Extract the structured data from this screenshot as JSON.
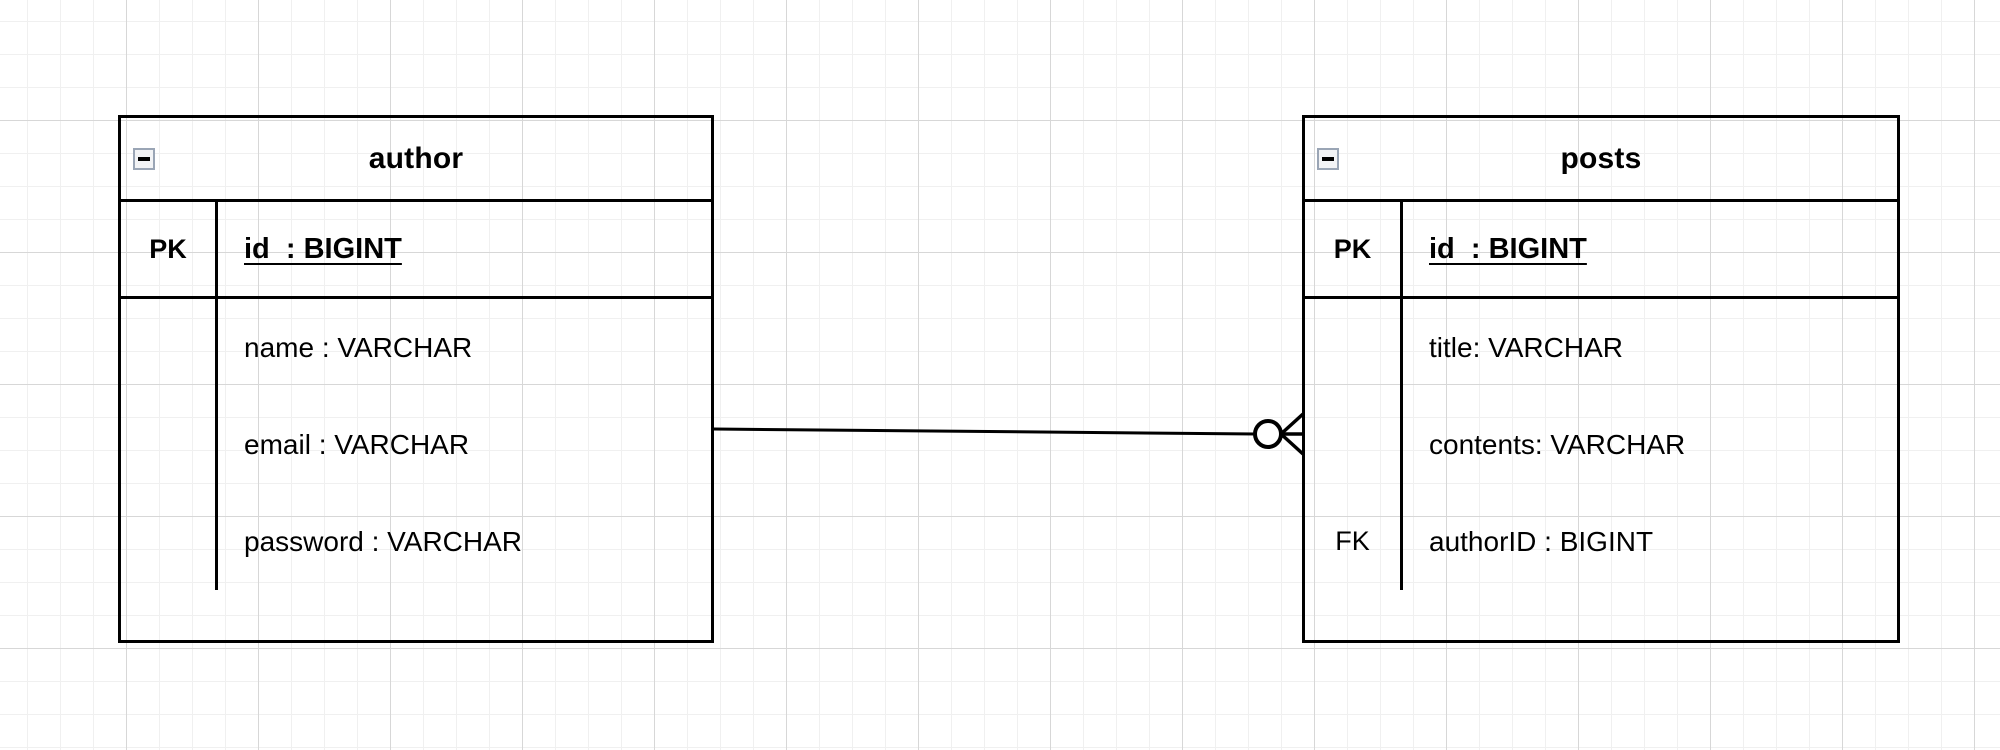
{
  "diagram": {
    "type": "entity-relationship-diagram",
    "notation": "crow's-foot",
    "background": {
      "grid": "on",
      "minor_grid_color": "#f0f0f0",
      "major_grid_color": "#d7d7d7",
      "canvas_color": "#ffffff"
    },
    "line_color": "#000000",
    "entities": [
      {
        "id": "author",
        "title": "author",
        "collapse_icon": "minus-icon",
        "attributes": [
          {
            "key": "PK",
            "name": "id  : BIGINT",
            "primary": true
          },
          {
            "key": "",
            "name": "name : VARCHAR",
            "primary": false
          },
          {
            "key": "",
            "name": "email : VARCHAR",
            "primary": false
          },
          {
            "key": "",
            "name": "password : VARCHAR",
            "primary": false
          }
        ]
      },
      {
        "id": "posts",
        "title": "posts",
        "collapse_icon": "minus-icon",
        "attributes": [
          {
            "key": "PK",
            "name": "id  : BIGINT",
            "primary": true
          },
          {
            "key": "",
            "name": "title: VARCHAR",
            "primary": false
          },
          {
            "key": "",
            "name": "contents: VARCHAR",
            "primary": false
          },
          {
            "key": "FK",
            "name": "authorID : BIGINT",
            "primary": false
          }
        ]
      }
    ],
    "relationships": [
      {
        "from": "author",
        "to": "posts",
        "from_cardinality": "one",
        "to_cardinality": "zero-or-many",
        "to_marker": "crows-foot-with-circle"
      }
    ]
  }
}
